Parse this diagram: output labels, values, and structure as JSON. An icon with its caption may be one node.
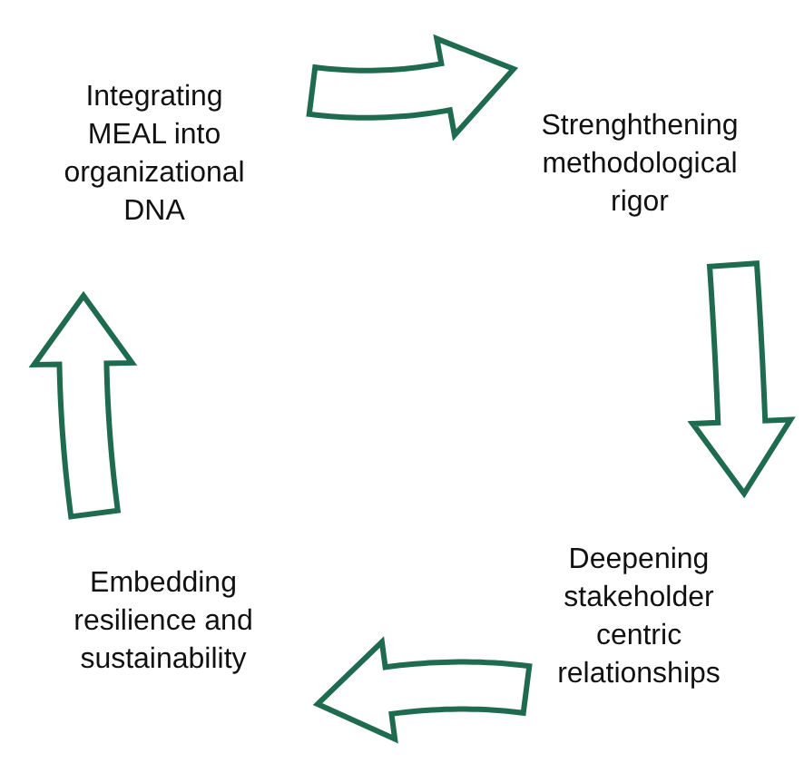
{
  "diagram": {
    "nodes": [
      {
        "text": [
          "Integrating MEAL into organizational DNA"
        ]
      },
      {
        "text": [
          "Strenghthening methodological rigor"
        ]
      },
      {
        "text": [
          "Deepening stakeholder centric relationships"
        ]
      },
      {
        "text": [
          "Embedding resilience and sustainability"
        ]
      }
    ],
    "edges": [
      {
        "from": 0,
        "to": 1,
        "arrow": "to"
      },
      {
        "from": 1,
        "to": 2,
        "arrow": "to"
      },
      {
        "from": 2,
        "to": 3,
        "arrow": "to"
      },
      {
        "from": 3,
        "to": 0,
        "arrow": "to"
      }
    ]
  }
}
